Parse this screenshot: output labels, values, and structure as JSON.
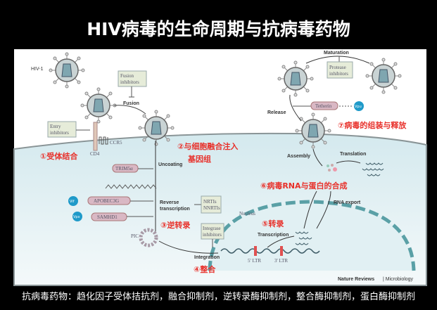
{
  "title": "HIV病毒的生命周期与抗病毒药物",
  "caption": "抗病毒药物：趋化因子受体拮抗剂，融合抑制剂，逆转录酶抑制剂，整合酶抑制剂，蛋白酶抑制剂",
  "labels": {
    "hiv1": "HIV-1",
    "fusion_inhib_1": "Fusion",
    "fusion_inhib_2": "inhibitors",
    "fusion": "Fusion",
    "entry_inhib_1": "Entry",
    "entry_inhib_2": "inhibitors",
    "cd4": "CD4",
    "ccr5": "CCR5",
    "uncoating": "Uncoating",
    "trim5a": "TRIM5α",
    "vif": "Vif",
    "apobec3g": "APOBEC3G",
    "vpx": "Vpx",
    "samhd1": "SAMHD1",
    "rt_1": "Reverse",
    "rt_2": "transcription",
    "nrti_1": "NRTIs",
    "nrti_2": "NNRTIs",
    "pic": "PIC",
    "integrase_1": "Integrase",
    "integrase_2": "inhibitors",
    "integration": "Integration",
    "nucleus": "Nucleus",
    "ltr5": "5' LTR",
    "ltr3": "3' LTR",
    "transcription": "Transcription",
    "rna_export": "RNA export",
    "translation": "Translation",
    "assembly": "Assembly",
    "release": "Release",
    "tetherin": "Tetherin",
    "vpu": "Vpu",
    "maturation": "Maturation",
    "protease_1": "Protease",
    "protease_2": "inhibitors",
    "credit_1": "Nature Reviews",
    "credit_2": "| Microbiology"
  },
  "steps": {
    "s1": "①受体结合",
    "s2a": "②与细胞融合注入",
    "s2b": "基因组",
    "s3": "③逆转录",
    "s4": "④整合",
    "s5": "⑤转录",
    "s6": "⑥病毒RNA与蛋白的合成",
    "s7": "⑦病毒的组装与释放"
  },
  "colors": {
    "step": "#e8302a",
    "panel": "#ffffff",
    "cell": "#dceef2",
    "nucleus": "#5aa0a6",
    "inhibitor_box": "#e6ecd9",
    "pill": "#d9b8c4",
    "accessory": "#1f9ac9"
  }
}
